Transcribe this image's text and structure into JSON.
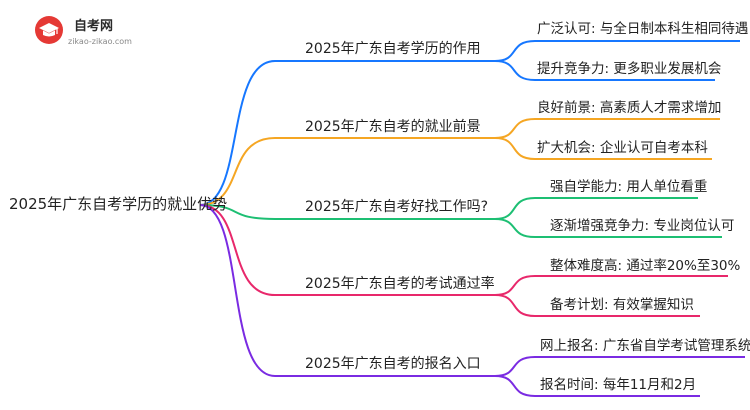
{
  "logo": {
    "title": "自考网",
    "url": "zikao-zikao.com",
    "icon": "graduation-cap-icon"
  },
  "root": {
    "label": "2025年广东自考学历的就业优势"
  },
  "colors": {
    "b1": "#1677ff",
    "b2": "#f5a623",
    "b3": "#1dbf73",
    "b4": "#e8286b",
    "b5": "#7a2be2"
  },
  "branches": [
    {
      "label": "2025年广东自考学历的作用",
      "leaves": [
        {
          "label": "广泛认可: 与全日制本科生相同待遇"
        },
        {
          "label": "提升竞争力: 更多职业发展机会"
        }
      ]
    },
    {
      "label": "2025年广东自考的就业前景",
      "leaves": [
        {
          "label": "良好前景: 高素质人才需求增加"
        },
        {
          "label": "扩大机会: 企业认可自考本科"
        }
      ]
    },
    {
      "label": "2025年广东自考好找工作吗?",
      "leaves": [
        {
          "label": "强自学能力: 用人单位看重"
        },
        {
          "label": "逐渐增强竞争力: 专业岗位认可"
        }
      ]
    },
    {
      "label": "2025年广东自考的考试通过率",
      "leaves": [
        {
          "label": "整体难度高: 通过率20%至30%"
        },
        {
          "label": "备考计划: 有效掌握知识"
        }
      ]
    },
    {
      "label": "2025年广东自考的报名入口",
      "leaves": [
        {
          "label": "网上报名: 广东省自学考试管理系统"
        },
        {
          "label": "报名时间: 每年11月和2月"
        }
      ]
    }
  ]
}
